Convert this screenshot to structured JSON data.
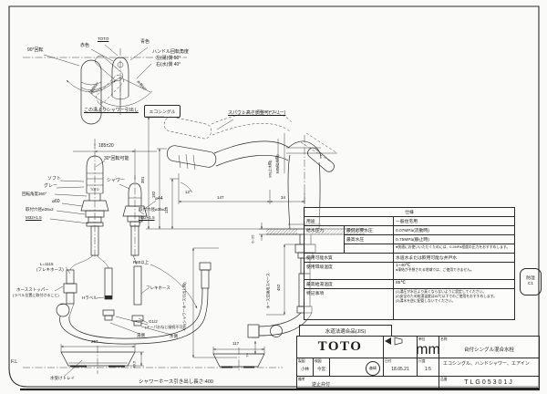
{
  "colors": {
    "ink": "#1c1c1c",
    "paper": "#fafaf8"
  },
  "top_view": {
    "rotate_note": "90°回転",
    "brand_mark": "TOTO",
    "red_label": "赤色",
    "blue_label": "青色",
    "angle_title": "ハンドル回転角度",
    "angle_hot": "左(湯)側 50°",
    "angle_cold": "右(水)側 40°",
    "arc_hot": "湯側50°",
    "arc_cold": "水側40°",
    "groove_note": "この溝よりシャワー引出し",
    "eco_badge": "エコシングル"
  },
  "front_view": {
    "center_distance": "185±20",
    "rotate30": "30°回転可能",
    "soft": "ソフト",
    "grey": "グレー",
    "rotate360": "回転角度360°",
    "shower": "シャワー",
    "brand_small": "TOTO",
    "dia60": "⌀60",
    "dia44": "⌀44",
    "hole_left": "取付穴径⌀35±2",
    "thread_left": "M32×1.5",
    "hole_right": "取付穴径⌀35±2",
    "thread_right": "M32×1.5"
  },
  "hoses": {
    "flex_length": "L=1115",
    "flex_length_note": "(フレキホース)",
    "stopper": "ホースストッパー",
    "stopper_note": "(ラベル位置に取付けること)",
    "h_label": "Hラベル",
    "flex": "フレキホース",
    "bend_radius": "R60以上",
    "g_thread": "G1/2",
    "g_thread_note": "(テーパおねじ接続不可)",
    "hot_side": "湯側",
    "cold_side": "水側"
  },
  "side_view": {
    "spout_note": "スパウト高さ調整可(フリー)",
    "h381": "381",
    "h182": "182",
    "h113": "113",
    "angle12": "12°",
    "w147": "147",
    "w34": "34",
    "lever86": "86(止水時)",
    "lever105": "105(吐水時)",
    "deck_range": "6~25",
    "gap74": "74",
    "pullout400": "400(シャワーホース引出し時)",
    "hose_space": "ホース交換用スペース",
    "hose_space_dim": "452"
  },
  "base": {
    "floor_line": "F.L",
    "tray_width": "257",
    "tray_height": "43.5",
    "tray_label": "水受けトレイ",
    "hose_note": "シャワーホース引き出し長さ:400",
    "holder_width": "117"
  },
  "side_badge": {
    "line1": "防湿",
    "line2": "C1"
  },
  "spec": {
    "title": "仕様",
    "usage_label": "用途",
    "usage": "一般住宅用",
    "pressure_label": "給水圧力",
    "min_pressure_label": "最低必要水圧",
    "min_pressure": "0.07MPa(流動時)",
    "max_pressure_label": "最高水圧",
    "max_pressure": "0.75MPa(静止時)",
    "pressure_note": "●快適にお使いいただくためには、0.2MPa程度の圧力をおすすめします。",
    "water_label": "使用可能水質",
    "water": "水道水または飲用可能な井戸水",
    "env_label": "使用環境温度",
    "env": "1~40℃",
    "env_note": "●凍結が予想される地域では、ご使用できません。",
    "hot_max_label": "最高給湯温度",
    "hot_max": "85℃",
    "notes_label": "特記事項",
    "note1": "(1)湯圧が水圧より高くならないように設定してください。",
    "note2": "(2)安全のため給湯温度は60℃以下でのご使用をおすすめします。",
    "note3": "(3)湯水を逆に配管しないでください。"
  },
  "title_block": {
    "jis": "水道法適合品(JIS)",
    "brand": "TOTO",
    "unit_label": "単位",
    "unit": "mm",
    "name_label": "名称",
    "name": "台付シングル混合水栓",
    "draft_label": "製図",
    "draft": "小林",
    "check_label": "検図",
    "check": "今宮",
    "stamp": "森崎",
    "date_label": "日付",
    "date": "18.05.21",
    "scale_label": "尺度",
    "scale": "1:5",
    "features": "エコシングル、ハンドシャワー、エアイン",
    "remarks_label": "備考",
    "remarks": "逆止弁付",
    "part_label": "品番",
    "part_no": "TLG05301J"
  }
}
